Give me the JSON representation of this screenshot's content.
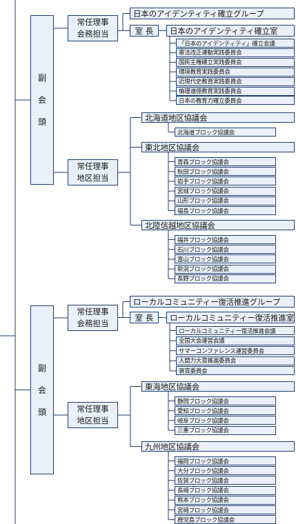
{
  "sections": [
    {
      "vice_chars": [
        "副",
        "会",
        "頭"
      ],
      "central": {
        "role_lines": [
          "常任理事",
          "会務担当"
        ],
        "group": "日本のアイデンティティ確立グループ",
        "chief_label": "室 長",
        "office": "日本のアイデンティティ確立室",
        "committees": [
          "「日本のアイデンティティ」確立会議",
          "憲法改正運動実践委員会",
          "国民主権確立実践委員会",
          "環境教育実践委員会",
          "近現代史教育実践委員会",
          "倫理道徳教育実践委員会",
          "日本の教育力確立委員会"
        ]
      },
      "regional": {
        "role_lines": [
          "常任理事",
          "地区担当"
        ],
        "districts": [
          {
            "name": "北海道地区協議会",
            "blocks": [
              "北海道ブロック協議会"
            ]
          },
          {
            "name": "東北地区協議会",
            "blocks": [
              "青森ブロック協議会",
              "秋田ブロック協議会",
              "岩手ブロック協議会",
              "宮城ブロック協議会",
              "山形ブロック協議会",
              "福島ブロック協議会"
            ]
          },
          {
            "name": "北陸信越地区協議会",
            "blocks": [
              "福井ブロック協議会",
              "石川ブロック協議会",
              "富山ブロック協議会",
              "新潟ブロック協議会",
              "長野ブロック協議会"
            ]
          }
        ]
      }
    },
    {
      "vice_chars": [
        "副",
        "会",
        "頭"
      ],
      "central": {
        "role_lines": [
          "常任理事",
          "会務担当"
        ],
        "group": "ローカルコミュニティー復活推進グループ",
        "chief_label": "室 長",
        "office": "ローカルコミュニティー復活推進室",
        "committees": [
          "ローカルコミュニティー復活推進会議",
          "全国大会運営会議",
          "サマーコンファレンス運営委員会",
          "人間力大賞推進委員会",
          "褒賞委員会"
        ]
      },
      "regional": {
        "role_lines": [
          "常任理事",
          "地区担当"
        ],
        "districts": [
          {
            "name": "東海地区協議会",
            "blocks": [
              "静岡ブロック協議会",
              "愛知ブロック協議会",
              "岐阜ブロック協議会",
              "三重ブロック協議会"
            ]
          },
          {
            "name": "九州地区協議会",
            "blocks": [
              "福岡ブロック協議会",
              "大分ブロック協議会",
              "佐賀ブロック協議会",
              "長崎ブロック協議会",
              "熊本ブロック協議会",
              "宮崎ブロック協議会",
              "鹿児島ブロック協議会"
            ]
          }
        ]
      }
    }
  ],
  "colors": {
    "box_fill": "#e9f0fa",
    "box_border": "#1d3a6b",
    "connector": "#1d3a6b"
  }
}
